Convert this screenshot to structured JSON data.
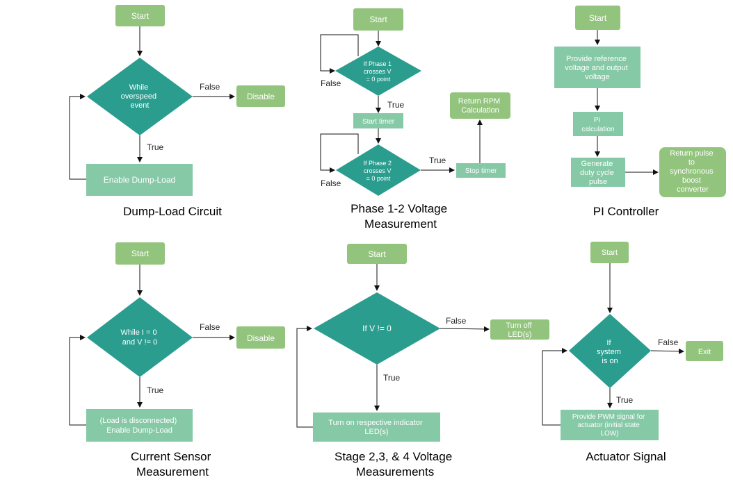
{
  "colors": {
    "terminal": "#93c47d",
    "process": "#86c9a7",
    "decision": "#2a9d8f",
    "line": "#111111",
    "text_light": "#ffffff",
    "text_dark": "#222222"
  },
  "dump_load": {
    "caption": "Dump-Load Circuit",
    "start": "Start",
    "decision": [
      "While",
      "overspeed",
      "event"
    ],
    "false_label": "False",
    "true_label": "True",
    "disable": "Disable",
    "enable": "Enable Dump-Load"
  },
  "phase": {
    "caption": [
      "Phase 1-2 Voltage",
      "Measurement"
    ],
    "start": "Start",
    "decision1": [
      "If Phase 1",
      "crosses V",
      "= 0 point"
    ],
    "false1": "False",
    "true1": "True",
    "start_timer": "Start timer",
    "decision2": [
      "If Phase 2",
      "crosses V",
      "= 0 point"
    ],
    "false2": "False",
    "true2": "True",
    "stop_timer": "Stop timer",
    "return_rpm": [
      "Return RPM",
      "Calculation"
    ]
  },
  "pi": {
    "caption": "PI Controller",
    "start": "Start",
    "provide": [
      "Provide reference",
      "voltage and output",
      "voltage"
    ],
    "calc": [
      "PI",
      "calculation"
    ],
    "generate": [
      "Generate",
      "duty cycle",
      "pulse"
    ],
    "return": [
      "Return pulse",
      "to",
      "synchronous",
      "boost",
      "converter"
    ]
  },
  "current": {
    "caption": [
      "Current Sensor",
      "Measurement"
    ],
    "start": "Start",
    "decision": [
      "While I = 0",
      "and V != 0"
    ],
    "false_label": "False",
    "true_label": "True",
    "disable": "Disable",
    "enable": [
      "(Load is disconnected)",
      "Enable Dump-Load"
    ]
  },
  "stage": {
    "caption": [
      "Stage 2,3, & 4 Voltage",
      "Measurements"
    ],
    "start": "Start",
    "decision": [
      "If V != 0"
    ],
    "false_label": "False",
    "true_label": "True",
    "turn_off": [
      "Turn off",
      "LED(s)"
    ],
    "turn_on": [
      "Turn on respective indicator",
      "LED(s)"
    ]
  },
  "actuator": {
    "caption": "Actuator Signal",
    "start": "Start",
    "decision": [
      "If",
      "system",
      "is on"
    ],
    "false_label": "False",
    "true_label": "True",
    "exit": "Exit",
    "provide": [
      "Provide PWM signal for",
      "actuator (initial state",
      "LOW)"
    ]
  }
}
